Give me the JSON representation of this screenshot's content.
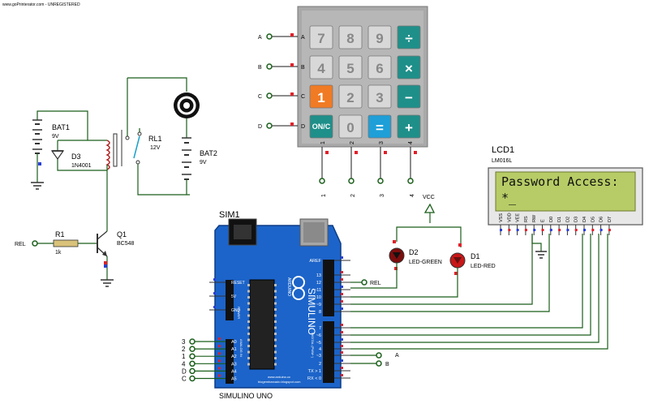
{
  "watermark": "www.goPrinterator.com - UNREGISTERED",
  "keypad": {
    "rows": [
      "A",
      "B",
      "C",
      "D"
    ],
    "keys": [
      [
        "7",
        "8",
        "9",
        "÷"
      ],
      [
        "4",
        "5",
        "6",
        "×"
      ],
      [
        "1",
        "2",
        "3",
        "−"
      ],
      [
        "ON/C",
        "0",
        "=",
        "+"
      ]
    ],
    "cols": [
      "1",
      "2",
      "3",
      "4"
    ],
    "colors": {
      "body": "#a9a9a9",
      "key": "#d8d8d8",
      "teal": "#1f8f8a",
      "orange": "#f07b24",
      "blue": "#1e9fd8"
    }
  },
  "components": {
    "bat1": {
      "name": "BAT1",
      "value": "9V"
    },
    "bat2": {
      "name": "BAT2",
      "value": "9V"
    },
    "d3": {
      "name": "D3",
      "value": "1N4001"
    },
    "rl1": {
      "name": "RL1",
      "value": "12V"
    },
    "r1": {
      "name": "R1",
      "value": "1k"
    },
    "q1": {
      "name": "Q1",
      "value": "BC548"
    },
    "rel_in": "REL",
    "d2": {
      "name": "D2",
      "value": "LED-GREEN"
    },
    "d1": {
      "name": "D1",
      "value": "LED-RED"
    },
    "vcc": "VCC",
    "sim": {
      "name": "SIM1",
      "footer": "SIMULINO UNO",
      "brand": "SIMULINO",
      "sub": "ARDUINO"
    }
  },
  "lcd": {
    "name": "LCD1",
    "model": "LM016L",
    "line1": "Password Access:",
    "line2": "*_",
    "pins": [
      "VSS",
      "VDD",
      "VEE",
      "RS",
      "RW",
      "E",
      "D0",
      "D1",
      "D2",
      "D3",
      "D4",
      "D5",
      "D6",
      "D7"
    ],
    "colors": {
      "screen": "#b7cc66",
      "frame": "#e7e7e7"
    }
  },
  "arduino": {
    "left_pins": [
      "RESET",
      "5V",
      "GND"
    ],
    "analog": [
      "A0",
      "A1",
      "A2",
      "A3",
      "A4",
      "A5"
    ],
    "analog_wires": [
      "3",
      "2",
      "1",
      "4",
      "D",
      "C"
    ],
    "digital": [
      "AREF",
      "13",
      "12",
      "~11",
      "~10",
      "~9",
      "8",
      "7",
      "~6",
      "~5",
      "4",
      "~3",
      "2",
      "TX > 1",
      "RX < 0"
    ],
    "right_labels": {
      "rel": "REL",
      "a": "A",
      "b": "B"
    },
    "header_power": "POWER",
    "header_analog": "ANALOG IN",
    "header_digital": "DIGITAL (PWM~)",
    "site1": "www.arduino.cc",
    "site2": "blogembarcado.blogspot.com",
    "colors": {
      "board": "#1c64c9",
      "chip": "#222222"
    }
  }
}
